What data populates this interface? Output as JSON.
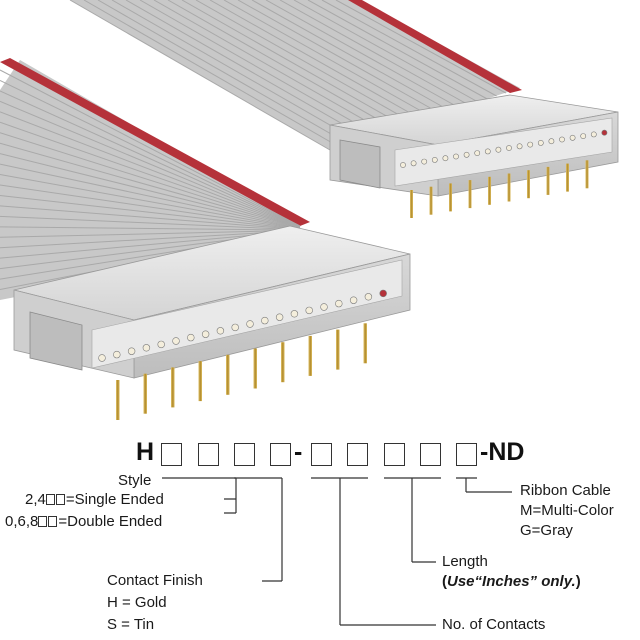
{
  "part_number": {
    "prefix": "H",
    "separator": "-",
    "suffix": "-ND"
  },
  "legend": {
    "style": {
      "title": "Style",
      "options": [
        {
          "code": "2,4",
          "text": "=Single Ended"
        },
        {
          "code": "0,6,8",
          "text": "=Double Ended"
        }
      ]
    },
    "contact_finish": {
      "title": "Contact Finish",
      "options": [
        "H = Gold",
        "S = Tin"
      ]
    },
    "no_of_contacts": {
      "title": "No. of Contacts"
    },
    "length": {
      "title": "Length",
      "note_open": "(",
      "note_emph_1": "Use",
      "note_emph_2": "“Inches”",
      "note_emph_3": "only.",
      "note_close": ")"
    },
    "ribbon_cable": {
      "title": "Ribbon Cable",
      "options": [
        "M=Multi-Color",
        "G=Gray"
      ]
    }
  },
  "colors": {
    "cable_gray": "#c9c9c9",
    "cable_stripe": "#b5323a",
    "connector": "#dcdcdc",
    "pin_gold": "#c9a548"
  }
}
